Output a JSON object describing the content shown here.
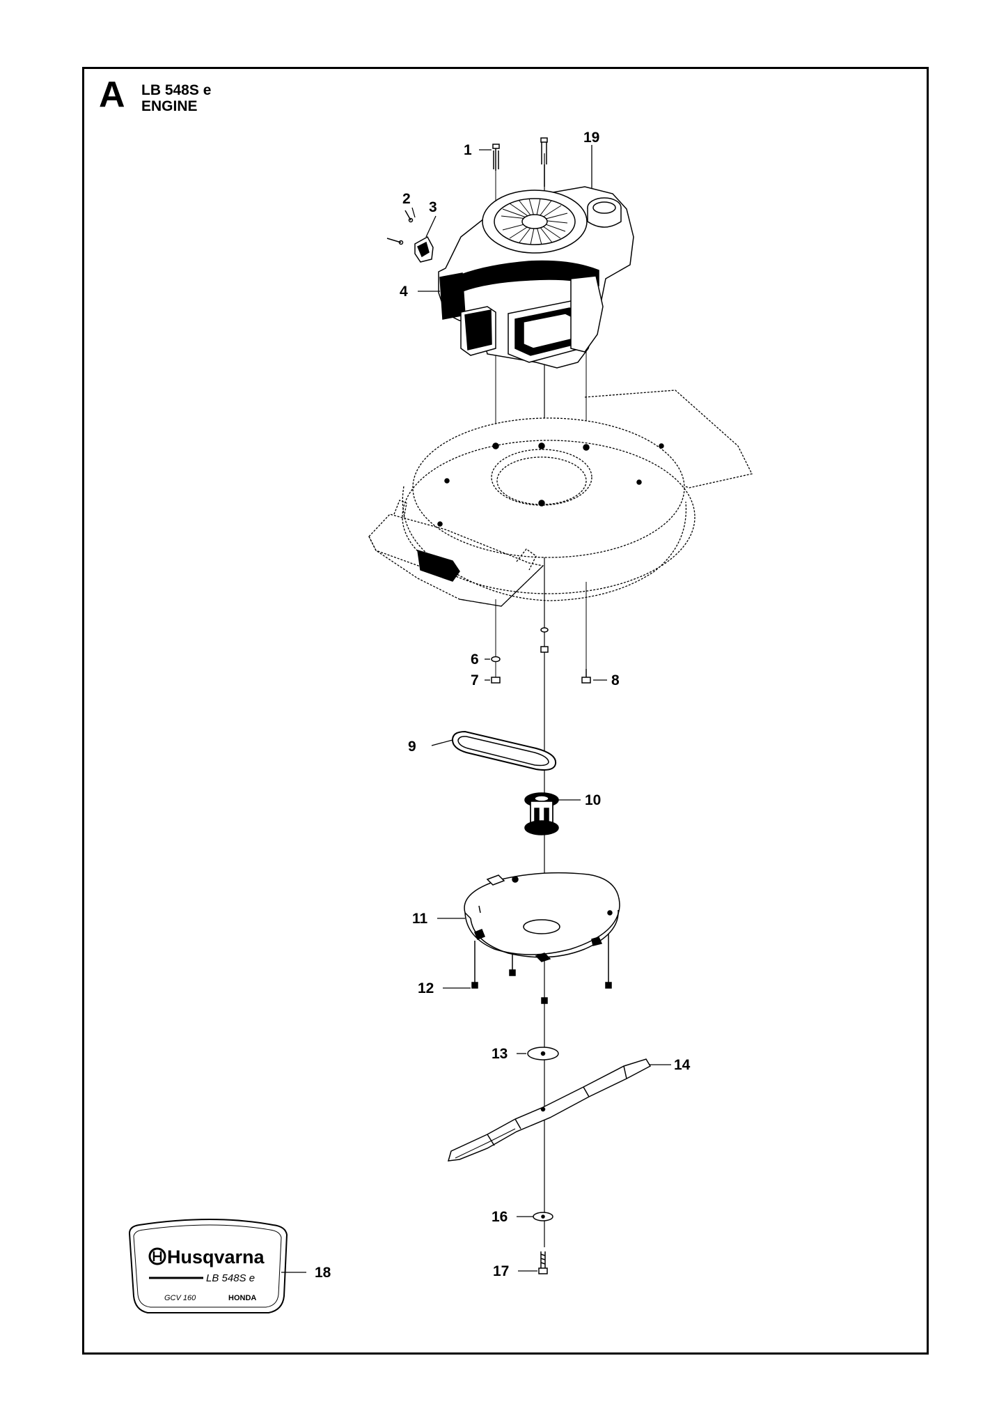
{
  "header": {
    "section_letter": "A",
    "model": "LB 548S e",
    "group": "ENGINE"
  },
  "callouts": [
    "1",
    "2",
    "3",
    "4",
    "6",
    "7",
    "8",
    "9",
    "10",
    "11",
    "12",
    "13",
    "14",
    "16",
    "17",
    "18",
    "19"
  ],
  "decal": {
    "brand": "Husqvarna",
    "model": "LB 548S e",
    "engine": "GCV 160",
    "engine_maker": "HONDA"
  }
}
